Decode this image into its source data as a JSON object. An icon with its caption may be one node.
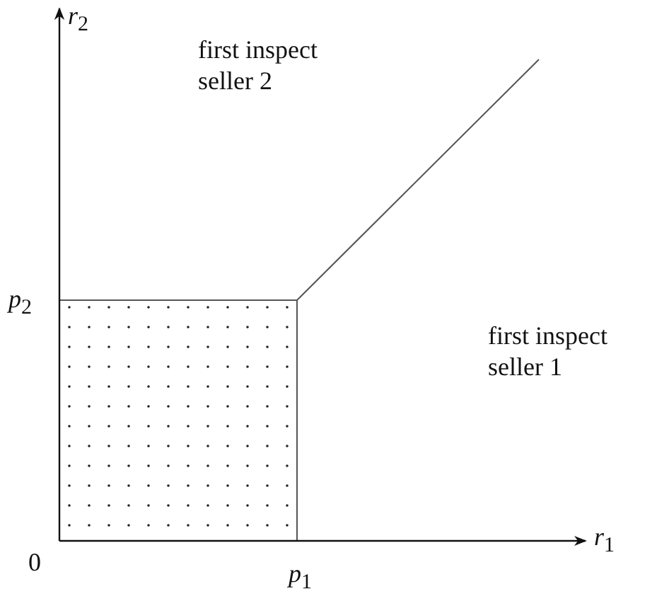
{
  "diagram": {
    "labels": [
      "*r*$_{2}$",
      "first inspect seller 2",
      "*p*$_{2}$",
      "first inspect seller 1",
      "0",
      "*p*$_{1}$",
      "*r*$_{1}$"
    ]
  }
}
